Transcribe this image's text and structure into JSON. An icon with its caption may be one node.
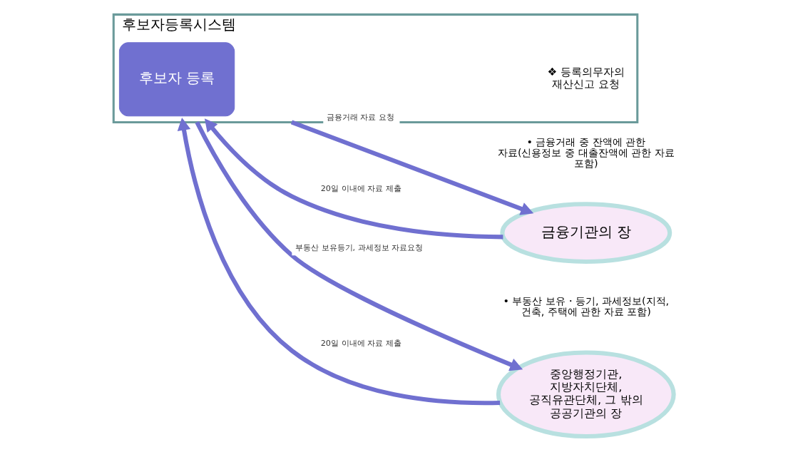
{
  "diagram": {
    "nodes": [
      {
        "text": [
          "후보자등록시스템"
        ]
      },
      {
        "text": [
          "후보자 등록"
        ],
        "in": 0
      },
      {
        "text": [
          "금융기관의 장"
        ],
        "beside": [
          "• 금융거래 중 잔액에 관한 자료(신용정보 중 대출잔액에 관한 자료 포함)"
        ]
      },
      {
        "text": [
          "중앙행정기관, 지방자치단체, 공직유관단체, 그 밖의 공공기관의 장"
        ],
        "beside": [
          "• 부동산 보유・등기, 과세정보(지적, 건축, 주택에 관한 자료 포함)"
        ]
      }
    ],
    "edges": [
      {
        "from": 0,
        "to": 2,
        "arrow": "to",
        "label": "금융거래 자료 요청"
      },
      {
        "from": 2,
        "to": 0,
        "arrow": "to",
        "label": "20일 이내에 자료 제출"
      },
      {
        "from": 0,
        "to": 3,
        "arrow": "to",
        "label": "부동산 보유등기, 과세정보 자료요청"
      },
      {
        "from": 3,
        "to": 0,
        "arrow": "to",
        "label": "20일 이내에 자료 제출"
      }
    ],
    "labels": [
      "❖ 등록의무자의 재산신고 요청"
    ]
  }
}
